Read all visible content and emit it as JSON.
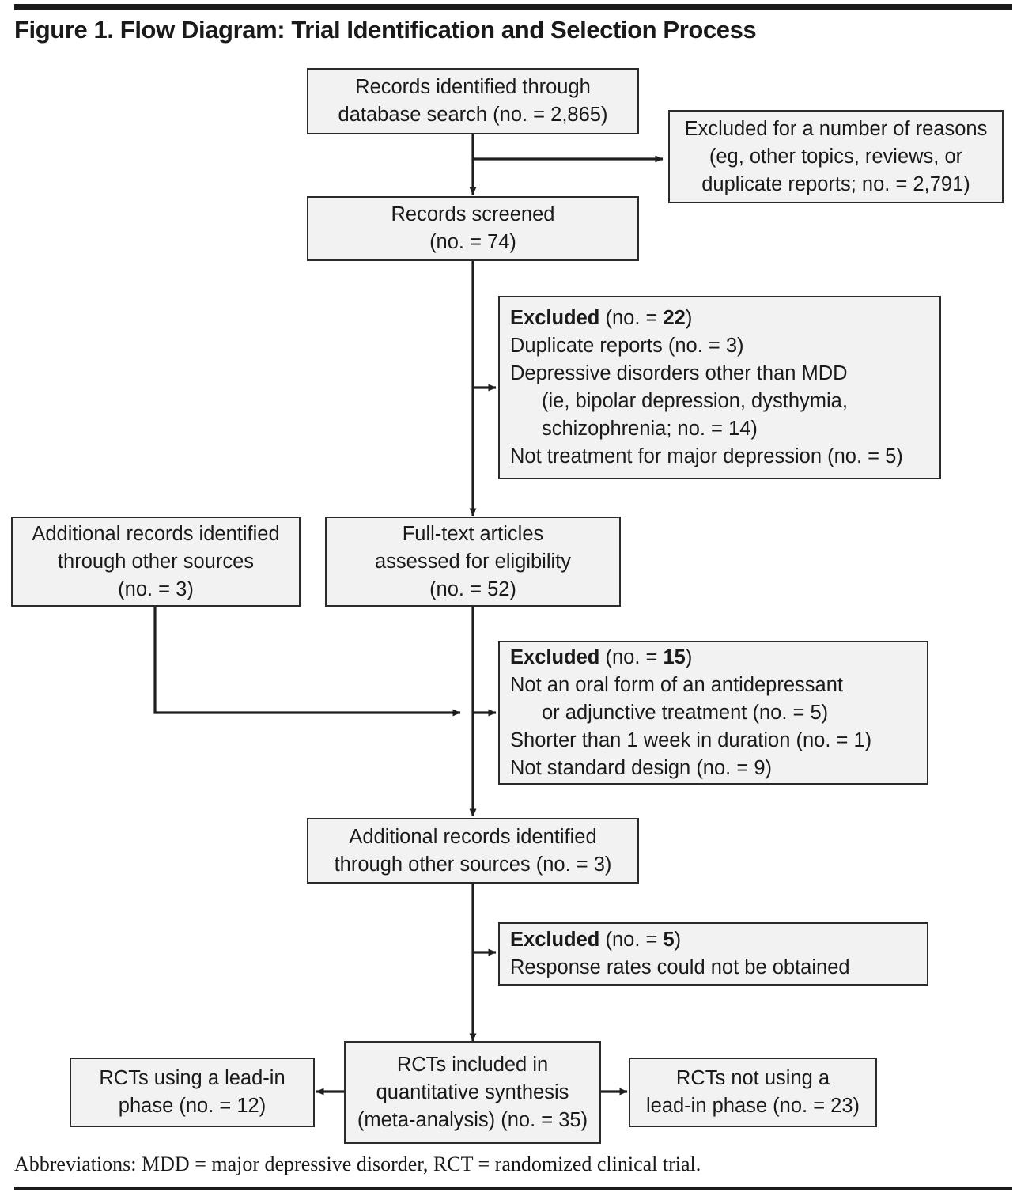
{
  "document": {
    "title": "Figure 1. Flow Diagram: Trial Identification and Selection Process",
    "footnote": "Abbreviations: MDD = major depressive disorder, RCT = randomized clinical trial."
  },
  "colors": {
    "box_fill": "#f2f2f2",
    "box_border": "#2b2b2b",
    "text": "#1a1a1a",
    "rule": "#1a1a1a"
  },
  "flow": {
    "records_identified": {
      "line1": "Records identified through",
      "line2": "database search (no. = 2,865)"
    },
    "excluded_reasons": {
      "line1": "Excluded for a number of reasons",
      "line2": "(eg, other topics, reviews, or",
      "line3": "duplicate reports; no. = 2,791)"
    },
    "records_screened": {
      "line1": "Records screened",
      "line2": "(no. = 74)"
    },
    "excluded_22": {
      "heading_bold": "Excluded",
      "heading_rest": " (no. = ",
      "heading_count": "22",
      "heading_close": ")",
      "line1": "Duplicate reports (no. = 3)",
      "line2": "Depressive disorders other than MDD",
      "line3": "(ie, bipolar depression, dysthymia,",
      "line4": "schizophrenia; no. = 14)",
      "line5": "Not treatment for major depression (no. = 5)"
    },
    "additional_records_left": {
      "line1": "Additional records identified",
      "line2": "through other sources",
      "line3": "(no. = 3)"
    },
    "full_text_articles": {
      "line1": "Full-text articles",
      "line2": "assessed for eligibility",
      "line3": "(no. = 52)"
    },
    "excluded_15": {
      "heading_bold": "Excluded",
      "heading_rest": " (no. = ",
      "heading_count": "15",
      "heading_close": ")",
      "line1": "Not an oral form of an antidepressant",
      "line2": "or adjunctive treatment (no. = 5)",
      "line3": "Shorter than 1 week in duration (no. = 1)",
      "line4": "Not standard design (no. = 9)"
    },
    "additional_records_mid": {
      "line1": "Additional records identified",
      "line2": "through other sources (no. = 3)"
    },
    "excluded_5": {
      "heading_bold": "Excluded",
      "heading_rest": " (no. = ",
      "heading_count": "5",
      "heading_close": ")",
      "line1": "Response rates could not be obtained"
    },
    "rcts_included": {
      "line1": "RCTs included in",
      "line2": "quantitative synthesis",
      "line3": "(meta-analysis) (no. = 35)"
    },
    "rcts_lead_in": {
      "line1": "RCTs using a lead-in",
      "line2": "phase (no. = 12)"
    },
    "rcts_no_lead_in": {
      "line1": "RCTs not using a",
      "line2": "lead-in phase (no. = 23)"
    }
  },
  "chart_data": {
    "type": "diagram",
    "title": "Figure 1. Flow Diagram: Trial Identification and Selection Process",
    "nodes": [
      {
        "id": "records_identified",
        "label": "Records identified through database search (no. = 2,865)",
        "value": 2865
      },
      {
        "id": "excluded_reasons",
        "label": "Excluded for a number of reasons (eg, other topics, reviews, or duplicate reports; no. = 2,791)",
        "value": 2791
      },
      {
        "id": "records_screened",
        "label": "Records screened (no. = 74)",
        "value": 74
      },
      {
        "id": "excluded_22",
        "label": "Excluded (no. = 22)",
        "value": 22
      },
      {
        "id": "additional_records_left",
        "label": "Additional records identified through other sources (no. = 3)",
        "value": 3
      },
      {
        "id": "full_text_articles",
        "label": "Full-text articles assessed for eligibility (no. = 52)",
        "value": 52
      },
      {
        "id": "excluded_15",
        "label": "Excluded (no. = 15)",
        "value": 15
      },
      {
        "id": "additional_records_mid",
        "label": "Additional records identified through other sources (no. = 3)",
        "value": 3
      },
      {
        "id": "excluded_5",
        "label": "Excluded (no. = 5)",
        "value": 5
      },
      {
        "id": "rcts_included",
        "label": "RCTs included in quantitative synthesis (meta-analysis) (no. = 35)",
        "value": 35
      },
      {
        "id": "rcts_lead_in",
        "label": "RCTs using a lead-in phase (no. = 12)",
        "value": 12
      },
      {
        "id": "rcts_no_lead_in",
        "label": "RCTs not using a lead-in phase (no. = 23)",
        "value": 23
      }
    ],
    "edges": [
      {
        "from": "records_identified",
        "to": "excluded_reasons"
      },
      {
        "from": "records_identified",
        "to": "records_screened"
      },
      {
        "from": "records_screened",
        "to": "excluded_22"
      },
      {
        "from": "records_screened",
        "to": "full_text_articles"
      },
      {
        "from": "additional_records_left",
        "to": "full_text_articles"
      },
      {
        "from": "full_text_articles",
        "to": "excluded_15"
      },
      {
        "from": "full_text_articles",
        "to": "additional_records_mid"
      },
      {
        "from": "additional_records_mid",
        "to": "excluded_5"
      },
      {
        "from": "additional_records_mid",
        "to": "rcts_included"
      },
      {
        "from": "rcts_included",
        "to": "rcts_lead_in"
      },
      {
        "from": "rcts_included",
        "to": "rcts_no_lead_in"
      }
    ]
  }
}
